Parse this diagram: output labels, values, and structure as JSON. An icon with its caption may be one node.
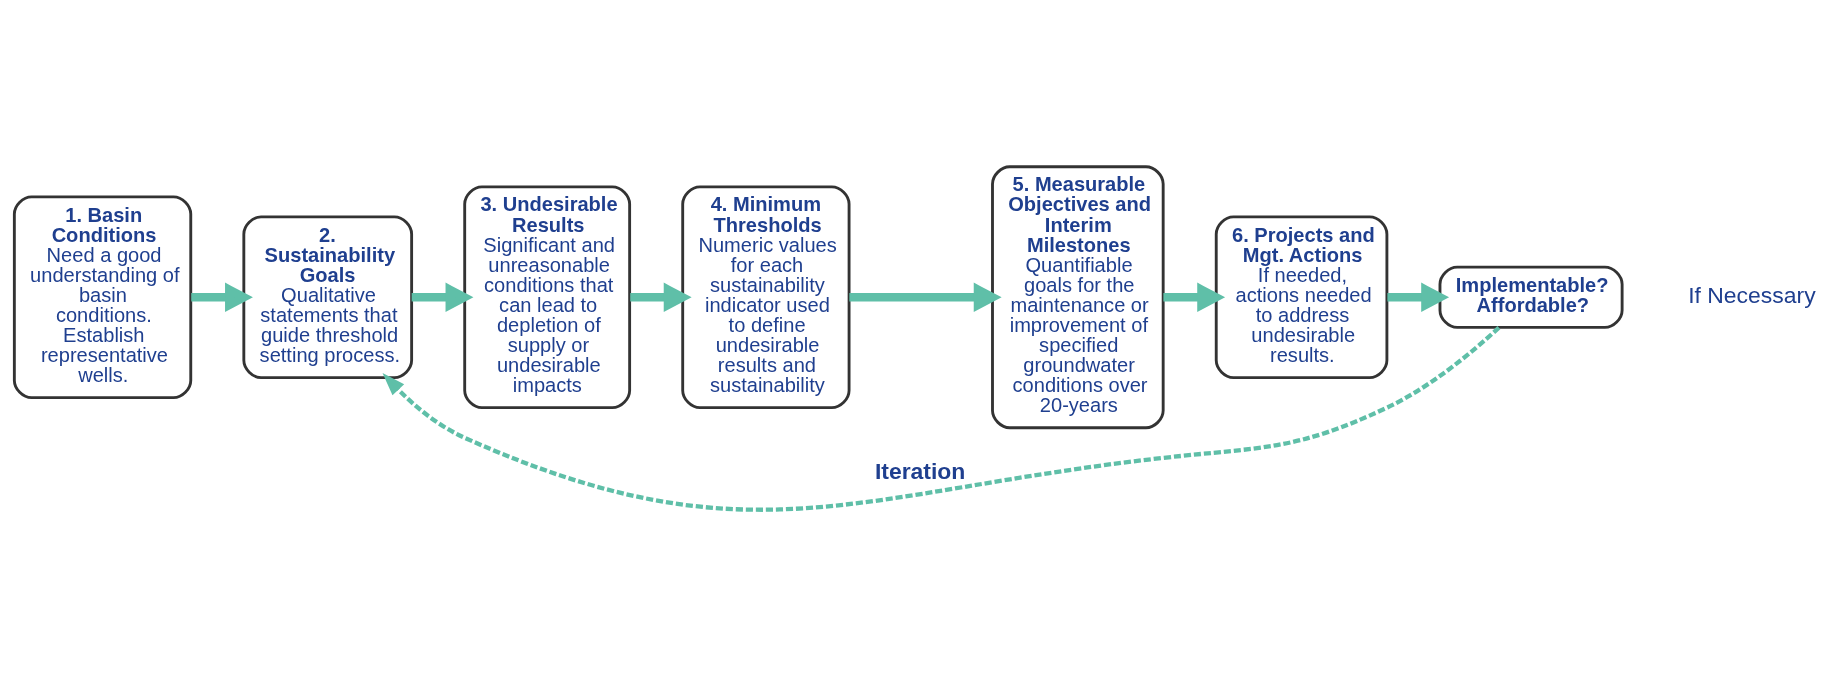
{
  "diagram": {
    "nodes": [
      {
        "text": [
          "1. Basin Conditions",
          "Need a good understanding of basin conditions. Establish representative wells."
        ]
      },
      {
        "text": [
          "2. Sustainability Goals",
          "Qualitative statements that guide threshold setting process."
        ]
      },
      {
        "text": [
          "3. Undesirable Results",
          "Significant and unreasonable conditions that can lead to depletion of supply or undesirable impacts"
        ]
      },
      {
        "text": [
          "4. Minimum Thresholds",
          "Numeric values for each sustainability indicator used to define undesirable results and sustainability"
        ]
      },
      {
        "text": [
          "5. Measurable Objectives and Interim Milestones",
          "Quantifiable goals for the maintenance or improvement of specified groundwater conditions over 20-years"
        ]
      },
      {
        "text": [
          "6. Projects and Mgt. Actions",
          "If needed, actions needed to address undesirable results."
        ]
      },
      {
        "text": [
          "Implementable? Affordable?"
        ]
      }
    ],
    "edges": [
      {
        "from": 0,
        "to": 1,
        "arrow": "to"
      },
      {
        "from": 1,
        "to": 2,
        "arrow": "to"
      },
      {
        "from": 2,
        "to": 3,
        "arrow": "to"
      },
      {
        "from": 3,
        "to": 4,
        "arrow": "to"
      },
      {
        "from": 4,
        "to": 5,
        "arrow": "to"
      },
      {
        "from": 5,
        "to": 6,
        "arrow": "to"
      },
      {
        "from": 6,
        "to": 1,
        "arrow": "to",
        "label": "Iteration",
        "style": "dashed"
      }
    ],
    "labels": [
      "If Necessary"
    ]
  }
}
